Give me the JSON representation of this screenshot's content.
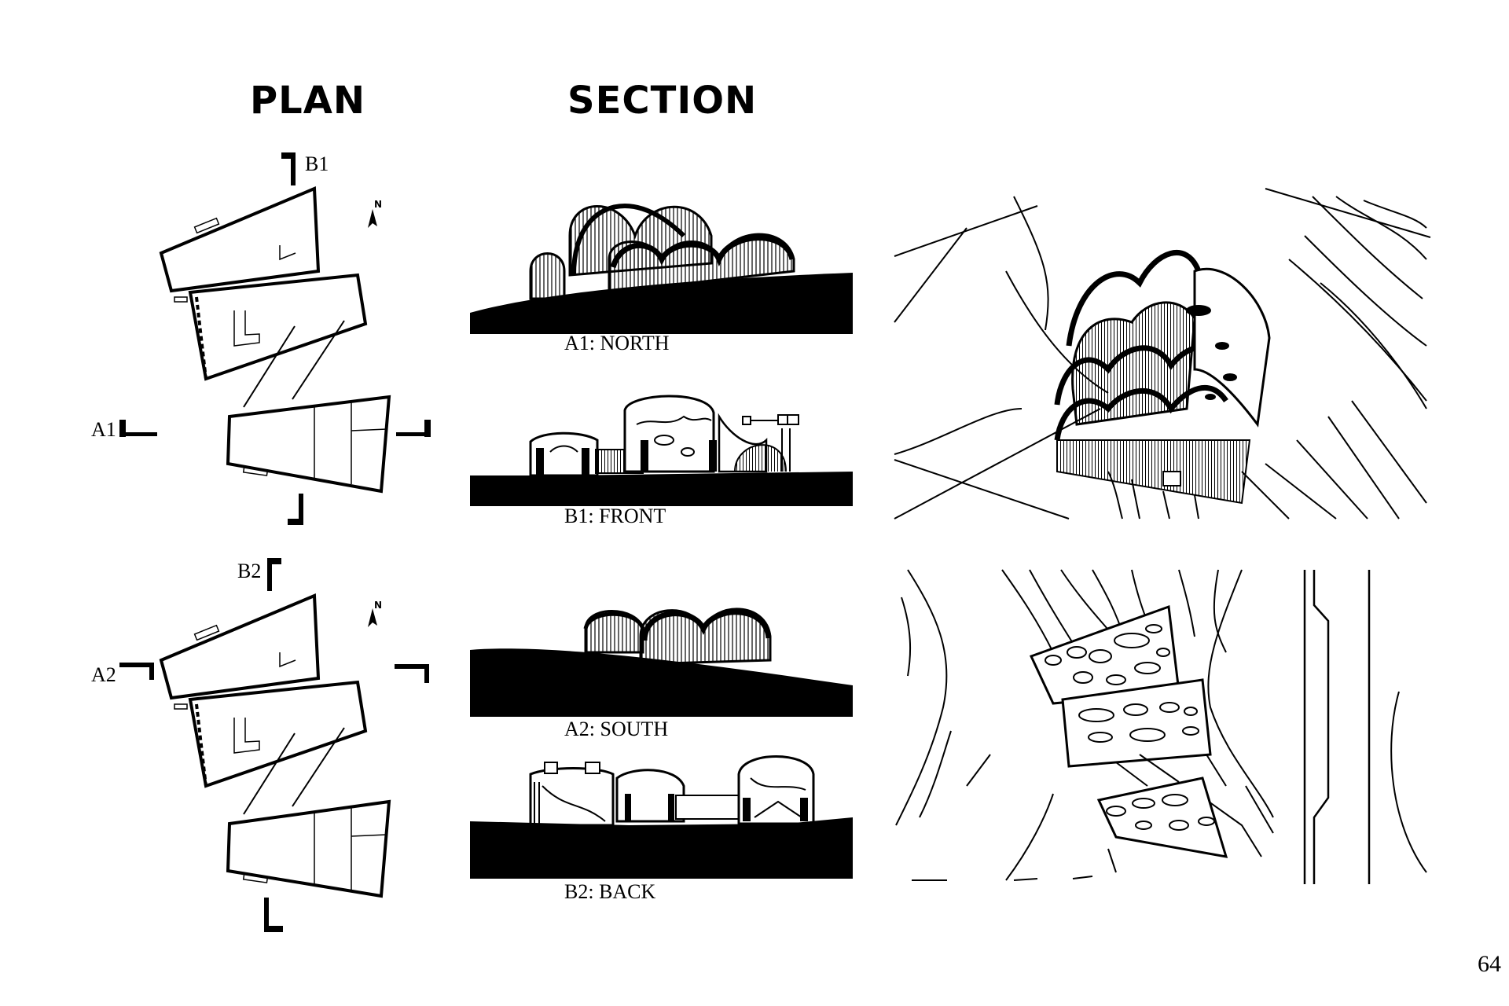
{
  "headings": {
    "plan": "PLAN",
    "section": "SECTION"
  },
  "plan_markers": {
    "top": {
      "b": "B1",
      "a": "A1",
      "north": "N"
    },
    "bottom": {
      "b": "B2",
      "a": "A2",
      "north": "N"
    }
  },
  "section_labels": {
    "a1": "A1: NORTH",
    "b1": "B1: FRONT",
    "a2": "A2: SOUTH",
    "b2": "B2: BACK"
  },
  "page_number": "64",
  "colors": {
    "ink": "#000000",
    "paper": "#ffffff"
  },
  "icons": [
    "north-arrow-icon"
  ]
}
